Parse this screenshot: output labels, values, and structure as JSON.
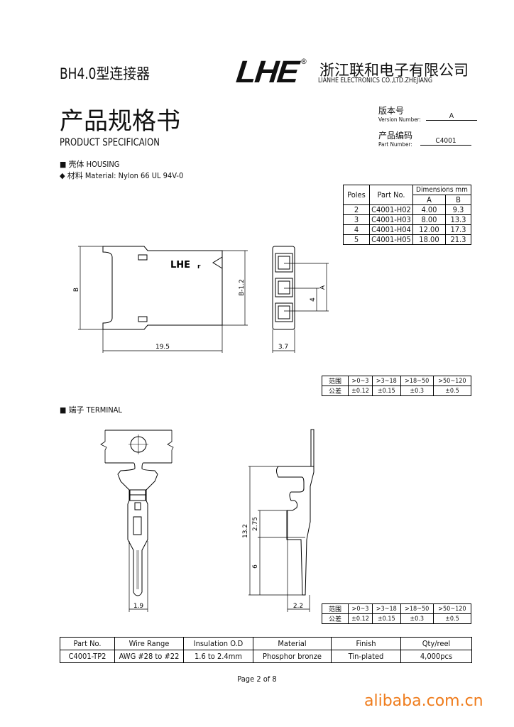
{
  "header": {
    "model": "BH4.0型连接器",
    "logo_text": "LHE",
    "registered_mark": "®",
    "company_cn": "浙江联和电子有限公司",
    "company_en": "LIANHE ELECTRONICS CO.,LTD.ZHEJIANG"
  },
  "title": {
    "cn": "产品规格书",
    "en": "PRODUCT SPECIFICAION"
  },
  "meta": {
    "version_cn": "版本号",
    "version_en": "Version Number:",
    "version_value": "A",
    "part_cn": "产品编码",
    "part_en": "Part Number:",
    "part_value": "C4001"
  },
  "housing": {
    "heading": "■ 壳体 HOUSING",
    "material": "◆ 材料 Material: Nylon 66 UL 94V-0",
    "drawing": {
      "logo": "LHE",
      "mark": "r",
      "dim_b": "B",
      "dim_b_minus": "B-1.2",
      "dim_length": "19.5",
      "dim_a": "A",
      "dim_pitch": "4",
      "dim_width": "3.7"
    },
    "dimension_table": {
      "headers": {
        "poles": "Poles",
        "part_no": "Part No.",
        "dimensions": "Dimensions mm",
        "a": "A",
        "b": "B"
      },
      "rows": [
        {
          "poles": "2",
          "part_no": "C4001-H02",
          "a": "4.00",
          "b": "9.3"
        },
        {
          "poles": "3",
          "part_no": "C4001-H03",
          "a": "8.00",
          "b": "13.3"
        },
        {
          "poles": "4",
          "part_no": "C4001-H04",
          "a": "12.00",
          "b": "17.3"
        },
        {
          "poles": "5",
          "part_no": "C4001-H05",
          "a": "18.00",
          "b": "21.3"
        }
      ]
    }
  },
  "tolerance": {
    "range_label": "范围",
    "tol_label": "公差",
    "ranges": [
      ">0~3",
      ">3~18",
      ">18~50",
      ">50~120"
    ],
    "values": [
      "±0.12",
      "±0.15",
      "±0.3",
      "±0.5"
    ]
  },
  "terminal": {
    "heading": "■ 端子 TERMINAL",
    "drawing": {
      "dim_width_front": "1.9",
      "dim_total": "13.2",
      "dim_upper": "2.75",
      "dim_lower": "6",
      "dim_width_side": "2.2"
    }
  },
  "spec_table": {
    "headers": [
      "Part No.",
      "Wire Range",
      "Insulation O.D",
      "Material",
      "Finish",
      "Qty/reel"
    ],
    "row": [
      "C4001-TP2",
      "AWG #28 to #22",
      "1.6 to 2.4mm",
      "Phosphor bronze",
      "Tin-plated",
      "4,000pcs"
    ]
  },
  "footer": {
    "page": "Page 2 of 8",
    "watermark": "alibaba.com.cn"
  }
}
